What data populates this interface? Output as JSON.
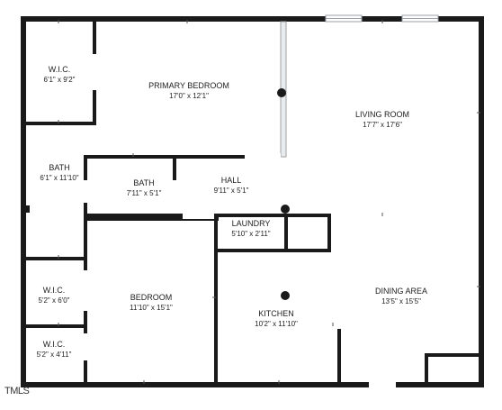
{
  "watermark": "TMLS",
  "rooms": [
    {
      "id": "wic-1",
      "name": "W.I.C.",
      "dims": "6'1\" x 9'2\""
    },
    {
      "id": "primary-bedroom",
      "name": "PRIMARY BEDROOM",
      "dims": "17'0\" x 12'1\""
    },
    {
      "id": "living-room",
      "name": "LIVING ROOM",
      "dims": "17'7\" x 17'6\""
    },
    {
      "id": "bath-1",
      "name": "BATH",
      "dims": "6'1\" x 11'10\""
    },
    {
      "id": "bath-2",
      "name": "BATH",
      "dims": "7'11\" x 5'1\""
    },
    {
      "id": "hall",
      "name": "HALL",
      "dims": "9'11\" x 5'1\""
    },
    {
      "id": "laundry",
      "name": "LAUNDRY",
      "dims": "5'10\" x 2'11\""
    },
    {
      "id": "wic-2",
      "name": "W.I.C.",
      "dims": "5'2\" x 6'0\""
    },
    {
      "id": "bedroom",
      "name": "BEDROOM",
      "dims": "11'10\" x 15'1\""
    },
    {
      "id": "kitchen",
      "name": "KITCHEN",
      "dims": "10'2\" x 11'10\""
    },
    {
      "id": "dining-area",
      "name": "DINING AREA",
      "dims": "13'5\" x 15'5\""
    },
    {
      "id": "wic-3",
      "name": "W.I.C.",
      "dims": "5'2\" x 4'11\""
    }
  ]
}
